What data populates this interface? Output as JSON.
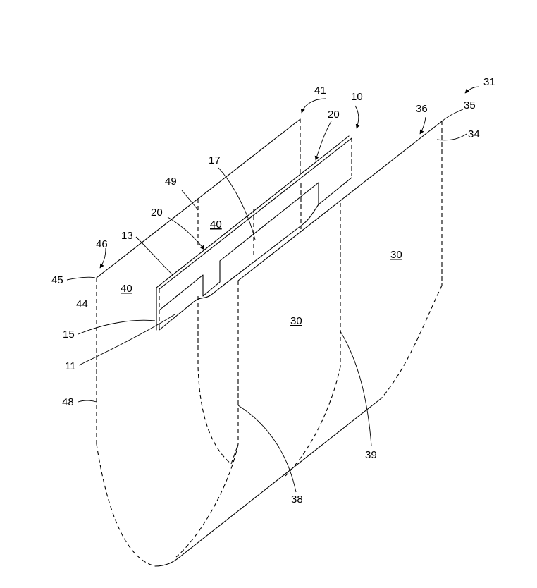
{
  "labels": {
    "n10": "10",
    "n11": "11",
    "n13": "13",
    "n15": "15",
    "n17": "17",
    "n20a": "20",
    "n20b": "20",
    "n30a": "30",
    "n30b": "30",
    "n31": "31",
    "n34": "34",
    "n35": "35",
    "n36": "36",
    "n38": "38",
    "n39": "39",
    "n40a": "40",
    "n40b": "40",
    "n41": "41",
    "n44": "44",
    "n45": "45",
    "n46": "46",
    "n48": "48",
    "n49": "49"
  },
  "colors": {
    "line": "#000000",
    "background": "#ffffff"
  }
}
